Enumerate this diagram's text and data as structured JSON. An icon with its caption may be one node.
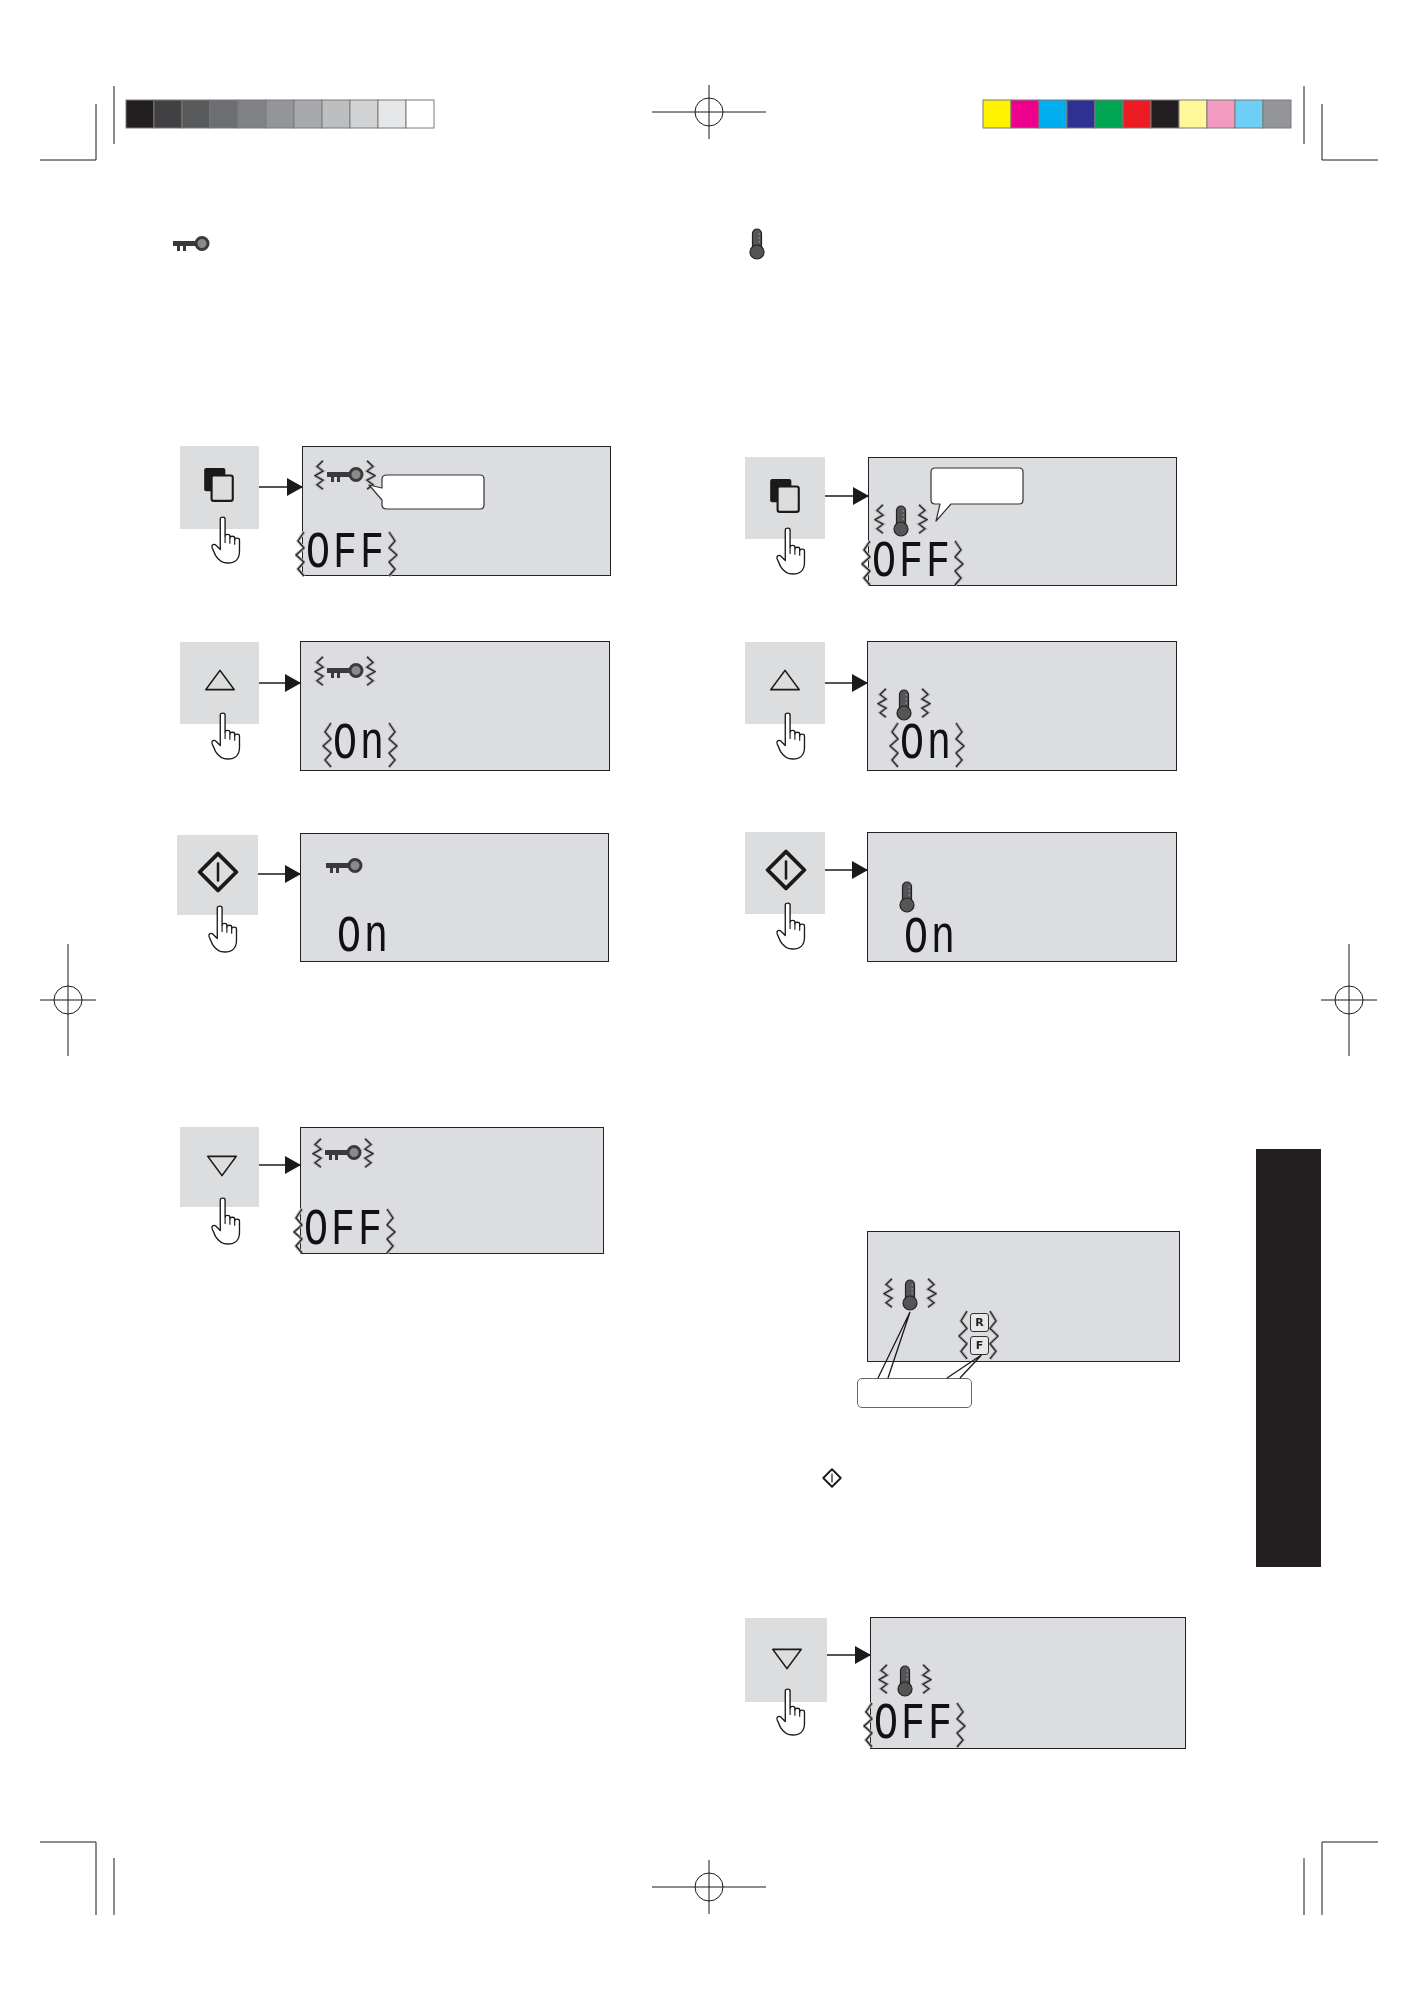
{
  "diagram": {
    "nodes": [
      {
        "text": [],
        "shape": "box"
      },
      {
        "text": [
          "OFF"
        ]
      },
      {
        "text": [],
        "shape": "bubble",
        "in": 1
      },
      {
        "text": [],
        "shape": "box"
      },
      {
        "text": [
          "On"
        ]
      },
      {
        "text": [],
        "shape": "box"
      },
      {
        "text": [
          "On"
        ]
      },
      {
        "text": [],
        "shape": "box"
      },
      {
        "text": [
          "OFF"
        ]
      },
      {
        "text": [],
        "shape": "box"
      },
      {
        "text": [
          "OFF"
        ]
      },
      {
        "text": [],
        "shape": "bubble",
        "in": 10
      },
      {
        "text": [],
        "shape": "box"
      },
      {
        "text": [
          "On"
        ]
      },
      {
        "text": [],
        "shape": "box"
      },
      {
        "text": [
          "On"
        ]
      },
      {
        "text": [],
        "shape": "box"
      },
      {
        "text": [],
        "shape": "picture",
        "in": 16
      },
      {
        "text": [
          "R"
        ],
        "in": 16
      },
      {
        "text": [
          "F"
        ],
        "in": 16
      },
      {
        "text": [],
        "shape": "box"
      },
      {
        "text": [],
        "shape": "box"
      },
      {
        "text": [
          "OFF"
        ]
      },
      {
        "text": [],
        "shape": "bar"
      }
    ],
    "edges": [
      {
        "from": 0,
        "to": 1,
        "arrow": "to"
      },
      {
        "from": 3,
        "to": 4,
        "arrow": "to"
      },
      {
        "from": 5,
        "to": 6,
        "arrow": "to"
      },
      {
        "from": 7,
        "to": 8,
        "arrow": "to"
      },
      {
        "from": 9,
        "to": 10,
        "arrow": "to"
      },
      {
        "from": 12,
        "to": 13,
        "arrow": "to"
      },
      {
        "from": 14,
        "to": 15,
        "arrow": "to"
      },
      {
        "from": 20,
        "to": 17,
        "arrow": "none"
      },
      {
        "from": 20,
        "to": 19,
        "arrow": "none"
      },
      {
        "from": 21,
        "to": 22,
        "arrow": "to"
      }
    ]
  }
}
